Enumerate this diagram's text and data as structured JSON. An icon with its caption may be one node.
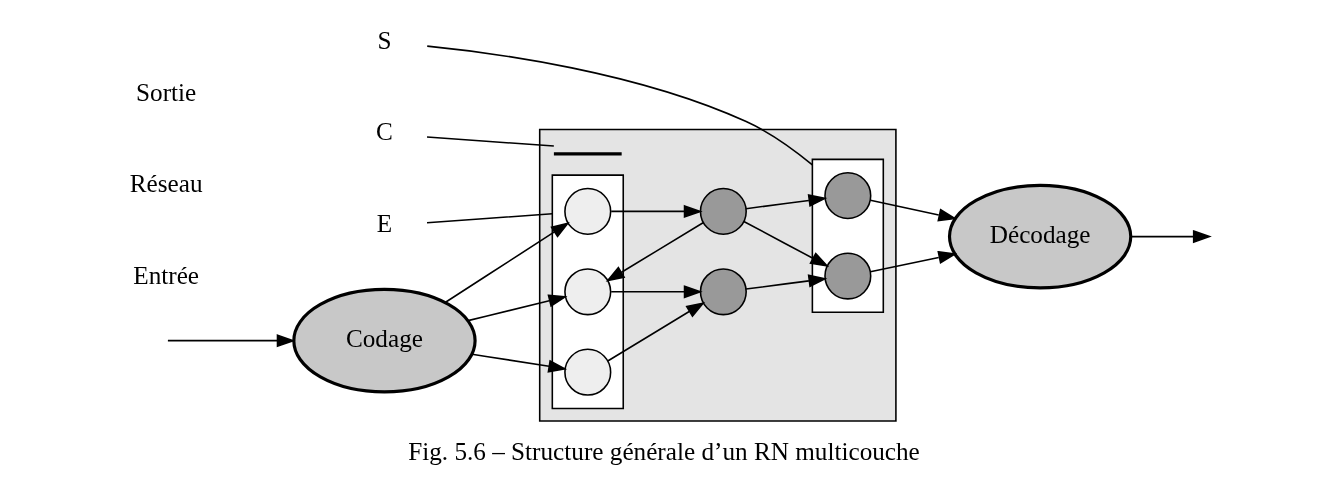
{
  "diagram": {
    "caption": "Fig. 5.6 – Structure générale d’un RN multicouche",
    "nodes": [
      {
        "text": [
          "Codage"
        ]
      },
      {
        "text": [],
        "shape": "box"
      },
      {
        "text": [],
        "shape": "box",
        "in": 1
      },
      {
        "text": [],
        "shape": "circle",
        "in": 2
      },
      {
        "text": [],
        "shape": "circle",
        "in": 2
      },
      {
        "text": [],
        "shape": "circle",
        "in": 2
      },
      {
        "text": [],
        "shape": "circle",
        "in": 1
      },
      {
        "text": [],
        "shape": "circle",
        "in": 1
      },
      {
        "text": [],
        "shape": "box",
        "in": 1
      },
      {
        "text": [],
        "shape": "circle",
        "in": 8
      },
      {
        "text": [],
        "shape": "circle",
        "in": 8
      },
      {
        "text": [
          "Décodage"
        ]
      },
      {
        "text": [
          "E"
        ]
      },
      {
        "text": [
          "C"
        ]
      },
      {
        "text": [
          "S"
        ]
      },
      {
        "text": [],
        "shape": "bracket",
        "in": 1
      }
    ],
    "edges": [
      {
        "from": null,
        "to": 0,
        "arrow": "to"
      },
      {
        "from": 0,
        "to": 3,
        "arrow": "to"
      },
      {
        "from": 0,
        "to": 4,
        "arrow": "to"
      },
      {
        "from": 0,
        "to": 5,
        "arrow": "to"
      },
      {
        "from": 3,
        "to": 6,
        "arrow": "to"
      },
      {
        "from": 6,
        "to": 4,
        "arrow": "to"
      },
      {
        "from": 4,
        "to": 7,
        "arrow": "to"
      },
      {
        "from": 5,
        "to": 7,
        "arrow": "to"
      },
      {
        "from": 6,
        "to": 9,
        "arrow": "to"
      },
      {
        "from": 6,
        "to": 10,
        "arrow": "to"
      },
      {
        "from": 7,
        "to": 10,
        "arrow": "to"
      },
      {
        "from": 9,
        "to": 11,
        "arrow": "to"
      },
      {
        "from": 10,
        "to": 11,
        "arrow": "to"
      },
      {
        "from": 11,
        "to": null,
        "arrow": "to"
      },
      {
        "from": 12,
        "to": 2,
        "arrow": "none"
      },
      {
        "from": 13,
        "to": 15,
        "arrow": "none"
      },
      {
        "from": 14,
        "to": 8,
        "arrow": "none"
      }
    ],
    "labels": [
      "Entrée",
      "Réseau",
      "Sortie"
    ]
  }
}
